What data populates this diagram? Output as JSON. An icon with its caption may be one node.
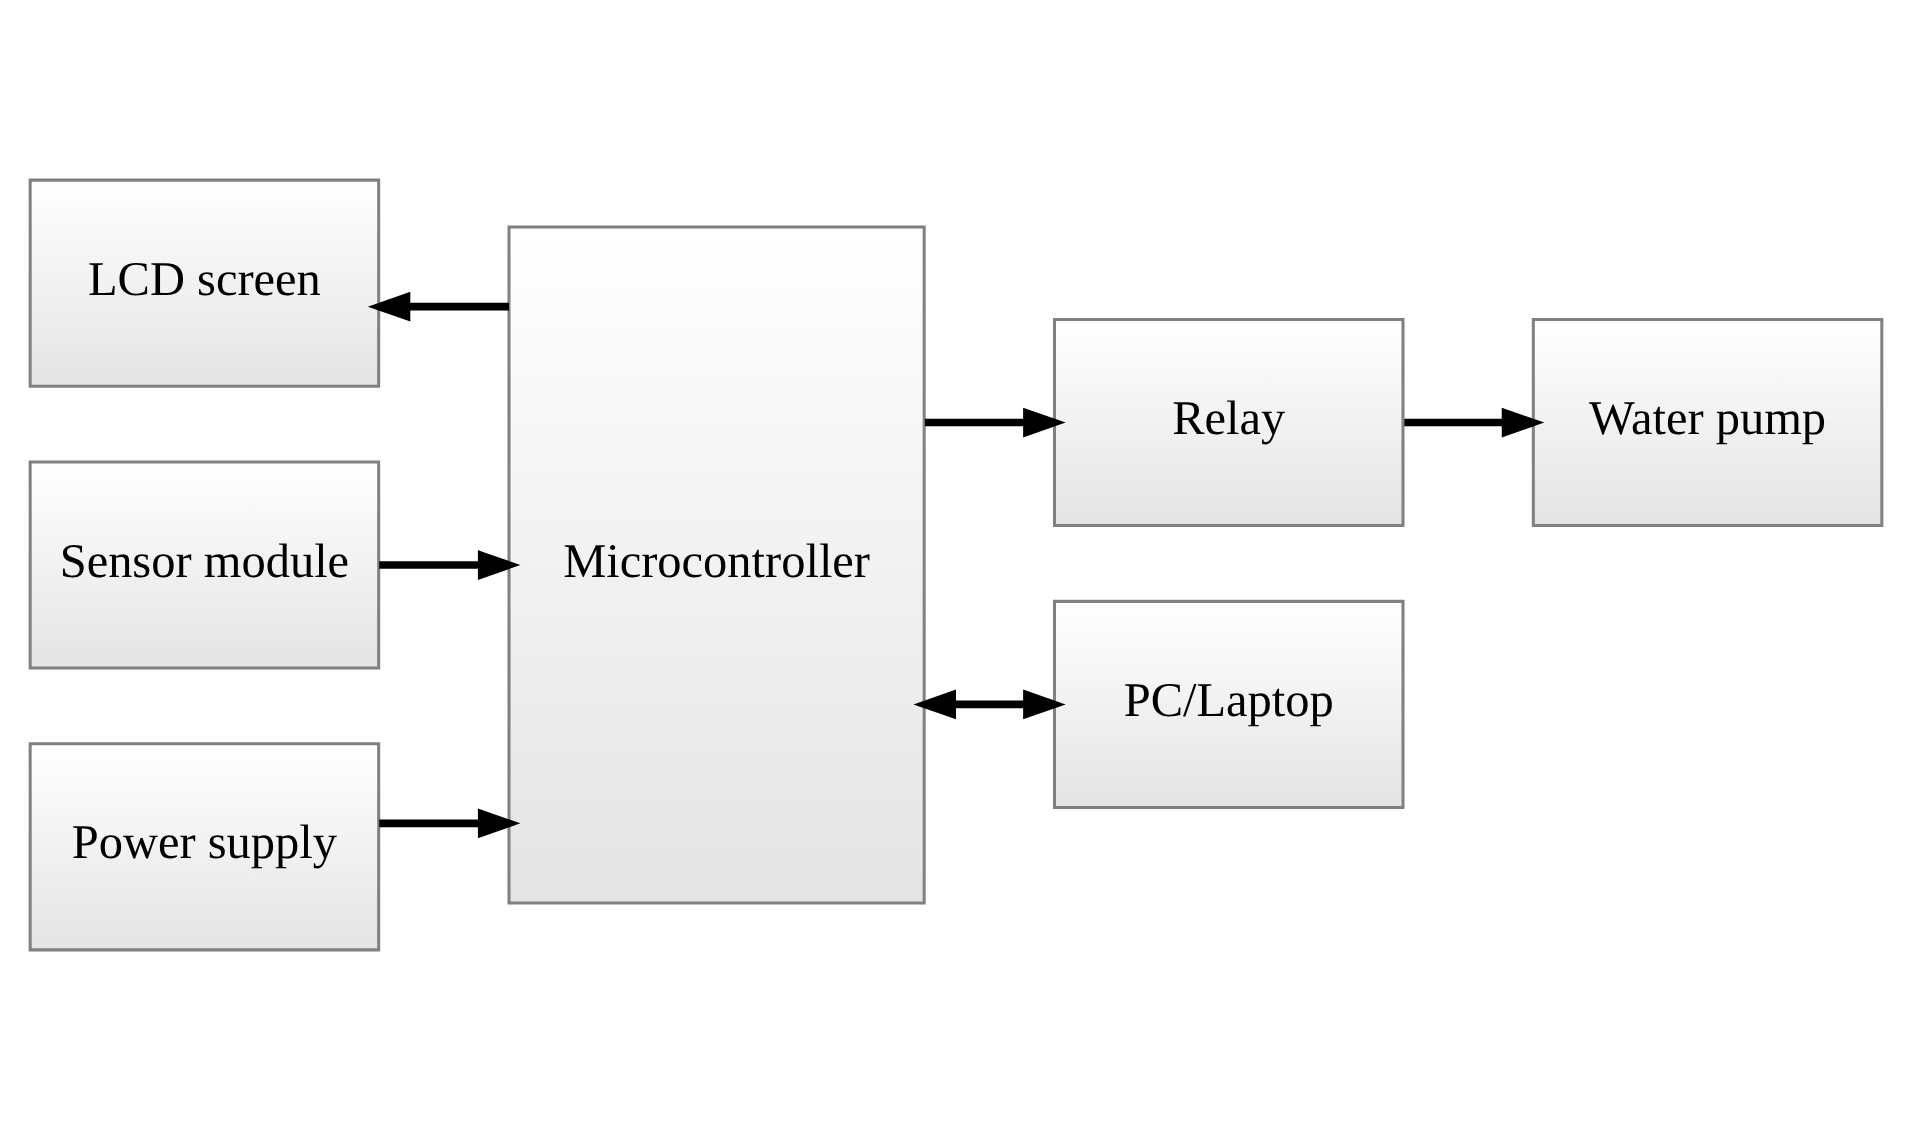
{
  "diagram": {
    "nodes": [
      {
        "text": [
          "Microcontroller"
        ]
      },
      {
        "text": [
          "LCD screen"
        ]
      },
      {
        "text": [
          "Relay"
        ]
      },
      {
        "text": [
          "Water pump"
        ]
      },
      {
        "text": [
          "Sensor module"
        ]
      },
      {
        "text": [
          "PC/Laptop"
        ]
      },
      {
        "text": [
          "Power supply"
        ]
      }
    ],
    "edges": [
      {
        "from": 0,
        "to": 1,
        "arrow": "to"
      },
      {
        "from": 0,
        "to": 2,
        "arrow": "to"
      },
      {
        "from": 2,
        "to": 3,
        "arrow": "to"
      },
      {
        "from": 4,
        "to": 0,
        "arrow": "to"
      },
      {
        "from": 0,
        "to": 5,
        "arrow": "both"
      },
      {
        "from": 6,
        "to": 0,
        "arrow": "to"
      }
    ]
  }
}
